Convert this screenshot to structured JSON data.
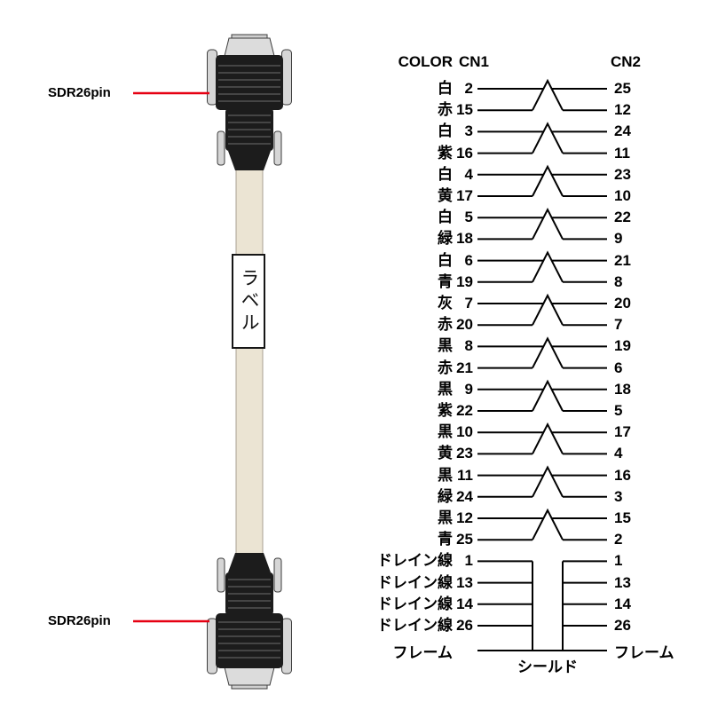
{
  "cable": {
    "top_connector_label": "SDR26pin",
    "bottom_connector_label": "SDR26pin",
    "label_text": "ラベル"
  },
  "wiring": {
    "headers": {
      "color": "COLOR",
      "cn1": "CN1",
      "cn2": "CN2"
    },
    "pairs": [
      [
        {
          "color": "白",
          "cn1": "2",
          "cn2": "25"
        },
        {
          "color": "赤",
          "cn1": "15",
          "cn2": "12"
        }
      ],
      [
        {
          "color": "白",
          "cn1": "3",
          "cn2": "24"
        },
        {
          "color": "紫",
          "cn1": "16",
          "cn2": "11"
        }
      ],
      [
        {
          "color": "白",
          "cn1": "4",
          "cn2": "23"
        },
        {
          "color": "黄",
          "cn1": "17",
          "cn2": "10"
        }
      ],
      [
        {
          "color": "白",
          "cn1": "5",
          "cn2": "22"
        },
        {
          "color": "緑",
          "cn1": "18",
          "cn2": "9"
        }
      ],
      [
        {
          "color": "白",
          "cn1": "6",
          "cn2": "21"
        },
        {
          "color": "青",
          "cn1": "19",
          "cn2": "8"
        }
      ],
      [
        {
          "color": "灰",
          "cn1": "7",
          "cn2": "20"
        },
        {
          "color": "赤",
          "cn1": "20",
          "cn2": "7"
        }
      ],
      [
        {
          "color": "黒",
          "cn1": "8",
          "cn2": "19"
        },
        {
          "color": "赤",
          "cn1": "21",
          "cn2": "6"
        }
      ],
      [
        {
          "color": "黒",
          "cn1": "9",
          "cn2": "18"
        },
        {
          "color": "紫",
          "cn1": "22",
          "cn2": "5"
        }
      ],
      [
        {
          "color": "黒",
          "cn1": "10",
          "cn2": "17"
        },
        {
          "color": "黄",
          "cn1": "23",
          "cn2": "4"
        }
      ],
      [
        {
          "color": "黒",
          "cn1": "11",
          "cn2": "16"
        },
        {
          "color": "緑",
          "cn1": "24",
          "cn2": "3"
        }
      ],
      [
        {
          "color": "黒",
          "cn1": "12",
          "cn2": "15"
        },
        {
          "color": "青",
          "cn1": "25",
          "cn2": "2"
        }
      ]
    ],
    "drain_rows": [
      {
        "color": "ドレイン線",
        "cn1": "1",
        "cn2": "1"
      },
      {
        "color": "ドレイン線",
        "cn1": "13",
        "cn2": "13"
      },
      {
        "color": "ドレイン線",
        "cn1": "14",
        "cn2": "14"
      },
      {
        "color": "ドレイン線",
        "cn1": "26",
        "cn2": "26"
      }
    ],
    "frame": {
      "left": "フレーム",
      "shield": "シールド",
      "right": "フレーム"
    }
  },
  "colors": {
    "leader_line": "#e60012",
    "wire_line": "#000000",
    "cable_body": "#ebe4d3",
    "connector_body": "#1c1c1c"
  }
}
